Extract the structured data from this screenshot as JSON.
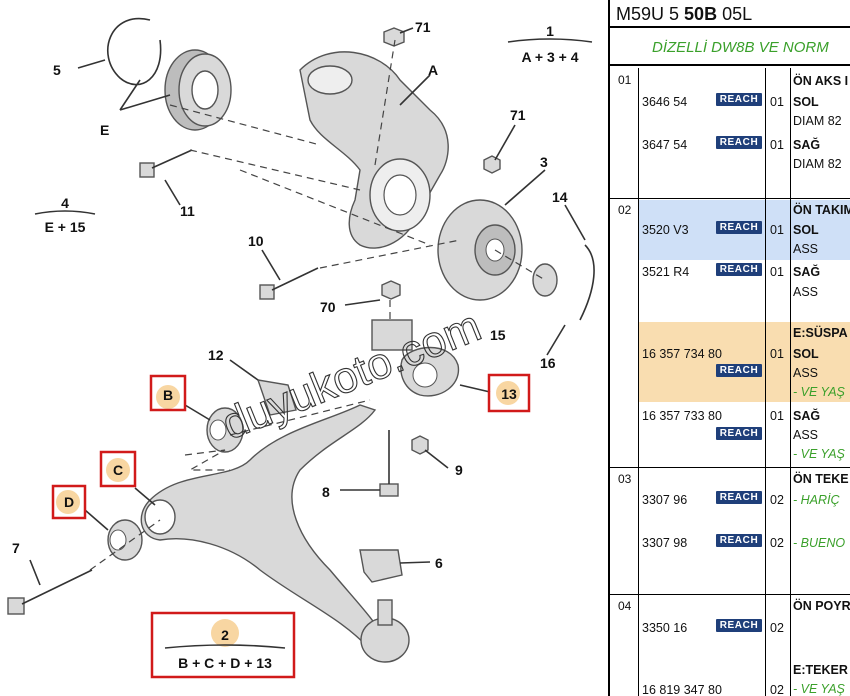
{
  "diagram": {
    "watermark": "duyukoto.com",
    "callouts": [
      "1",
      "A + 3 + 4",
      "4",
      "E + 15",
      "5",
      "E",
      "71",
      "A",
      "71",
      "3",
      "11",
      "14",
      "10",
      "70",
      "15",
      "16",
      "12",
      "13",
      "B",
      "9",
      "8",
      "C",
      "D",
      "7",
      "6",
      "2",
      "B + C + D + 13"
    ],
    "boxed": [
      "B",
      "C",
      "D",
      "13",
      "2"
    ]
  },
  "table": {
    "header": {
      "model": "M59U 5",
      "code": "50B",
      "suffix": "05L"
    },
    "subtitle": "DİZELLİ DW8B VE NORM",
    "reach_label": "REACH",
    "groups": [
      {
        "group": "01",
        "title": "ÖN AKS I",
        "rows": [
          {
            "ref": "3646 54",
            "qty": "01",
            "desc": "SOL",
            "note": "DIAM 82"
          },
          {
            "ref": "3647 54",
            "qty": "01",
            "desc": "SAĞ",
            "note": "DIAM 82"
          }
        ]
      },
      {
        "group": "02",
        "title": "ÖN TAKIM",
        "rows": [
          {
            "ref": "3520 V3",
            "qty": "01",
            "desc": "SOL",
            "note": "ASS"
          },
          {
            "ref": "3521 R4",
            "qty": "01",
            "desc": "SAĞ",
            "note": "ASS"
          },
          {
            "ref": "16 357 734 80",
            "qty": "01",
            "title": "E:SÜSPA",
            "desc": "SOL",
            "note": "ASS",
            "green": "- VE YAŞ"
          },
          {
            "ref": "16 357 733 80",
            "qty": "01",
            "desc": "SAĞ",
            "note": "ASS",
            "green": "- VE YAŞ"
          }
        ]
      },
      {
        "group": "03",
        "title": "ÖN TEKE",
        "rows": [
          {
            "ref": "3307 96",
            "qty": "02",
            "green": "- HARİÇ"
          },
          {
            "ref": "3307 98",
            "qty": "02",
            "green": "- BUENO"
          }
        ]
      },
      {
        "group": "04",
        "title": "ÖN POYR",
        "rows": [
          {
            "ref": "3350 16",
            "qty": "02"
          },
          {
            "ref": "16 819 347 80",
            "qty": "02",
            "title": "E:TEKER",
            "green": "- VE YAŞ"
          }
        ]
      }
    ]
  },
  "colors": {
    "blue_band": "#cfe0f7",
    "orange_band": "#f9ddb0",
    "reach_badge": "#1f3f7a",
    "green_text": "#3aa02a",
    "red_box": "#d11a1a"
  }
}
